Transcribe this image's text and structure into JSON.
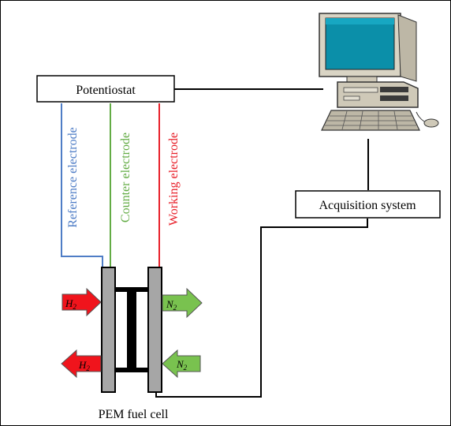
{
  "labels": {
    "potentiostat": "Potentiostat",
    "acquisition": "Acquisition system",
    "fuel_cell": "PEM fuel cell",
    "reference_electrode": "Reference electrode",
    "counter_electrode": "Counter electrode",
    "working_electrode": "Working electrode"
  },
  "gases": {
    "h2_in": {
      "base": "H",
      "sub": "2"
    },
    "h2_out": {
      "base": "H",
      "sub": "2"
    },
    "n2_out": {
      "base": "N",
      "sub": "2"
    },
    "n2_in": {
      "base": "N",
      "sub": "2"
    }
  },
  "colors": {
    "reference": "#4f7dc6",
    "counter": "#63ac45",
    "working": "#e8202a",
    "hydrogen": "#f0141c",
    "nitrogen": "#79c24f",
    "plate": "#a6a6a6",
    "membrane": "#000000"
  },
  "icons": {
    "computer": "desktop-computer-icon"
  }
}
